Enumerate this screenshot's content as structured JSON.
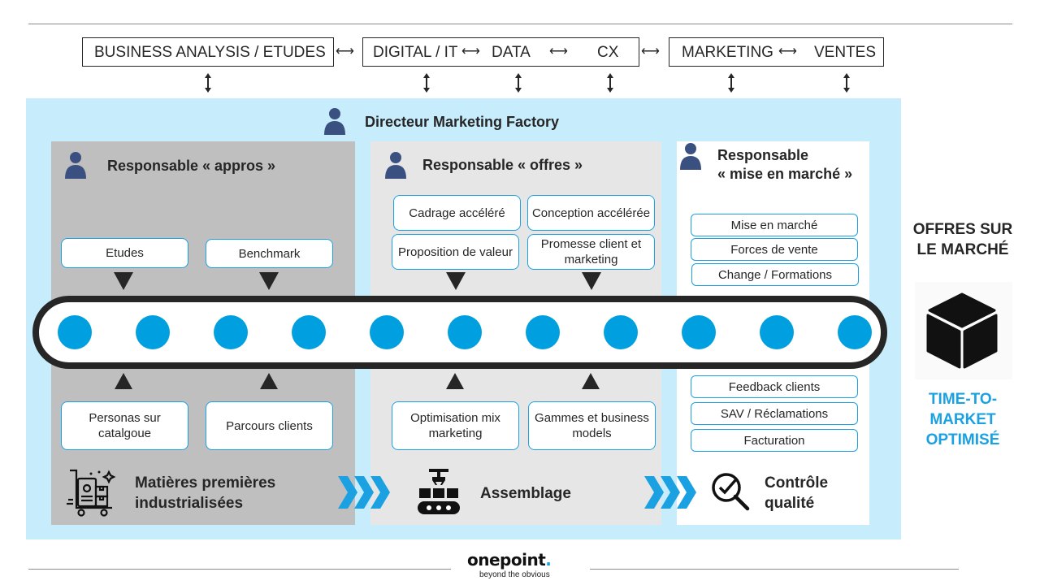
{
  "top_bar": {
    "boxes": [
      {
        "items": [
          "BUSINESS ANALYSIS / ETUDES"
        ]
      },
      {
        "items": [
          "DIGITAL / IT",
          "DATA",
          "CX"
        ]
      },
      {
        "items": [
          "MARKETING",
          "VENTES"
        ]
      }
    ]
  },
  "factory": {
    "director": "Directeur Marketing Factory",
    "columns": [
      {
        "role": "Responsable « appros »",
        "top_cards": [
          "Etudes",
          "Benchmark"
        ],
        "bottom_cards": [
          "Personas sur catalgoue",
          "Parcours clients"
        ],
        "stage": "Matières premières industrialisées",
        "stage_icon": "cart-icon"
      },
      {
        "role": "Responsable « offres »",
        "top_cards": [
          "Cadrage accéléré",
          "Conception accélérée",
          "Proposition de valeur",
          "Promesse client et marketing"
        ],
        "bottom_cards": [
          "Optimisation mix marketing",
          "Gammes et business models"
        ],
        "stage": "Assemblage",
        "stage_icon": "assembly-line-icon"
      },
      {
        "role_line1": "Responsable",
        "role_line2": "« mise en marché »",
        "top_cards": [
          "Mise en marché",
          "Forces de vente",
          "Change / Formations"
        ],
        "bottom_cards": [
          "Feedback clients",
          "SAV / Réclamations",
          "Facturation"
        ],
        "stage": "Contrôle qualité",
        "stage_icon": "quality-check-icon"
      }
    ],
    "conveyor_dots": 11
  },
  "output": {
    "title": "OFFRES SUR LE MARCHÉ",
    "icon": "box-icon",
    "subtitle": "TIME-TO-MARKET OPTIMISÉ",
    "subtitle_color": "#1ba1e2"
  },
  "footer": {
    "brand": "onepoint",
    "brand_dot": ".",
    "tagline": "beyond the obvious",
    "accent": "#1ba1e2"
  }
}
